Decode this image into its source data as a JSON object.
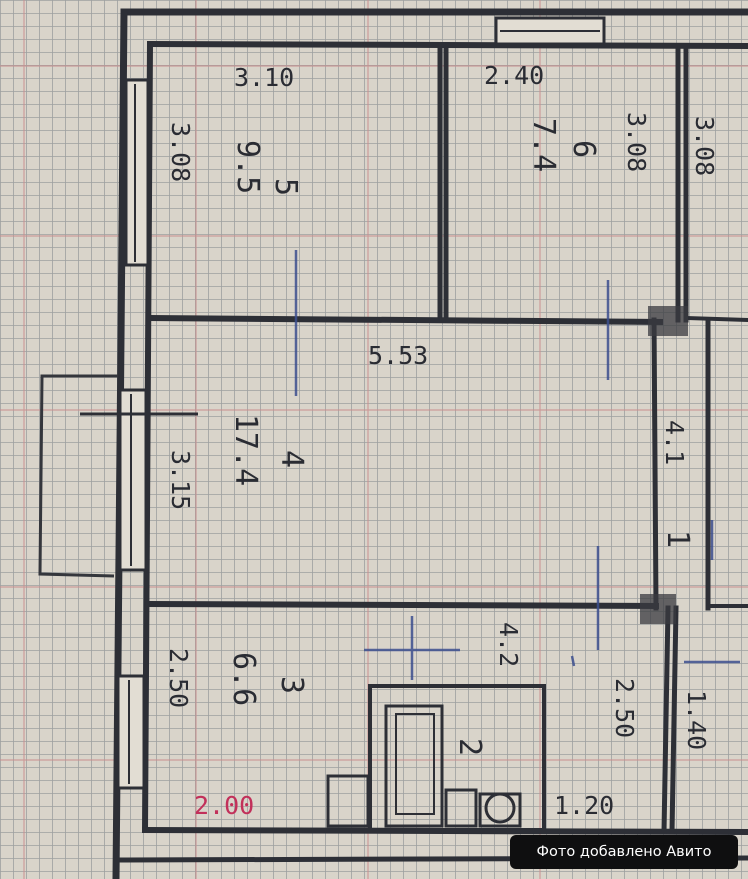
{
  "plan": {
    "rooms": [
      {
        "id": "room-5",
        "number": "5",
        "area": "9.5",
        "width": "3.10",
        "depth": "3.08"
      },
      {
        "id": "room-6",
        "number": "6",
        "area": "7.4",
        "width": "2.40",
        "depth": "3.08"
      },
      {
        "id": "room-right-top",
        "depth": "3.08"
      },
      {
        "id": "room-4",
        "number": "4",
        "area": "17.4",
        "width": "5.53",
        "depth": "3.15"
      },
      {
        "id": "room-3",
        "number": "3",
        "area": "6.6",
        "depth": "2.50"
      },
      {
        "id": "room-2",
        "number": "2",
        "area": "4.2",
        "depth": "2.50"
      },
      {
        "id": "room-1",
        "number": "1",
        "area": "4.1",
        "width": "1.40"
      }
    ],
    "dims_bottom": [
      "2.00",
      "1.20"
    ]
  },
  "watermark": {
    "text": "Фото добавлено Авито"
  }
}
